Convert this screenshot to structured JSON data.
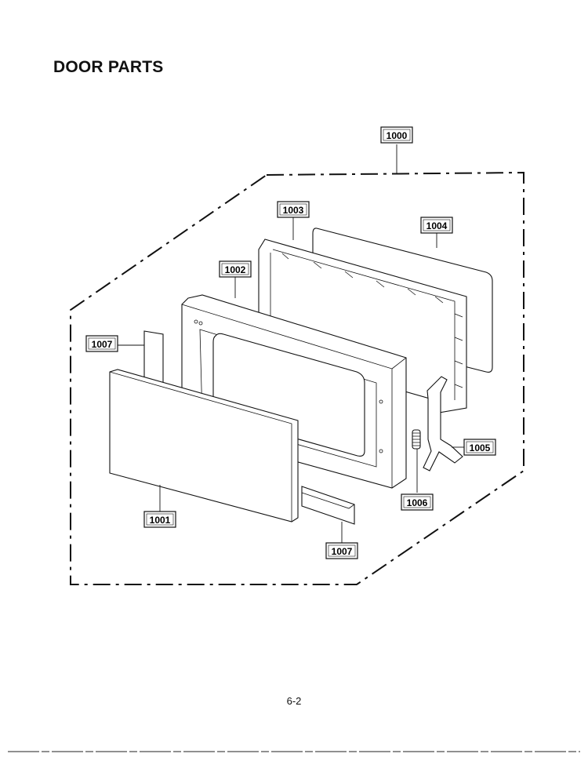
{
  "page": {
    "title": "DOOR PARTS",
    "page_number": "6-2"
  },
  "callouts": {
    "assembly": "1000",
    "door_panel": "1001",
    "door_frame": "1002",
    "choke_frame": "1003",
    "screen": "1004",
    "latch": "1005",
    "spring": "1006",
    "hinge_cover_top": "1007",
    "hinge_cover_bottom": "1007"
  }
}
